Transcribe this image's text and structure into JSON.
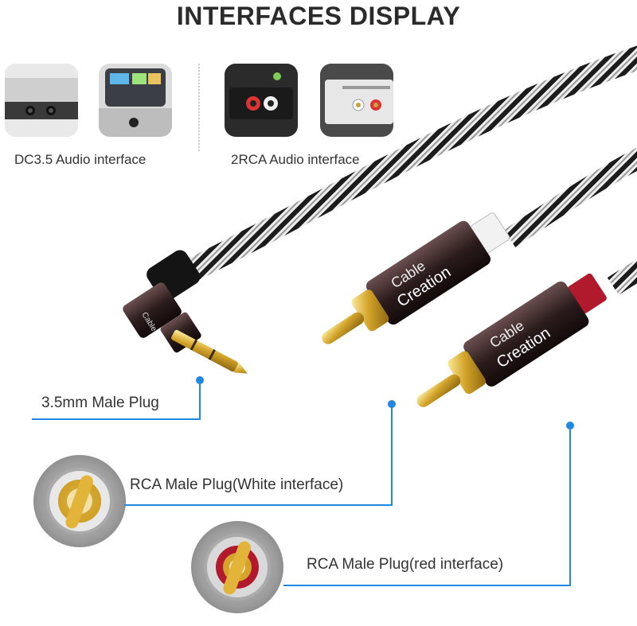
{
  "header": {
    "title": "INTERFACES DISPLAY"
  },
  "thumbnails": [
    {
      "name": "device-3.5-interface-photo-1",
      "icon": "audio-jack-ports-icon"
    },
    {
      "name": "device-3.5-interface-photo-2",
      "icon": "media-player-icon"
    },
    {
      "name": "rca-interface-photo-1",
      "icon": "rca-ports-icon"
    },
    {
      "name": "rca-interface-photo-2",
      "icon": "rca-ports-panel-icon"
    }
  ],
  "captions": {
    "dc35": "DC3.5 Audio interface",
    "rca2": "2RCA Audio interface"
  },
  "plugs": {
    "brand_line1": "Cable",
    "brand_line2": "Creation",
    "small_brand": "Cable"
  },
  "labels": {
    "male_35": "3.5mm Male Plug",
    "rca_white": "RCA Male Plug(White interface)",
    "rca_red": "RCA Male Plug(red interface)"
  },
  "colors": {
    "accent": "#1e88e5",
    "gold": "#d4a52a",
    "plug_body": "#2c1c1c",
    "white_ring": "#f2f2f2",
    "red_ring": "#b1192c"
  }
}
